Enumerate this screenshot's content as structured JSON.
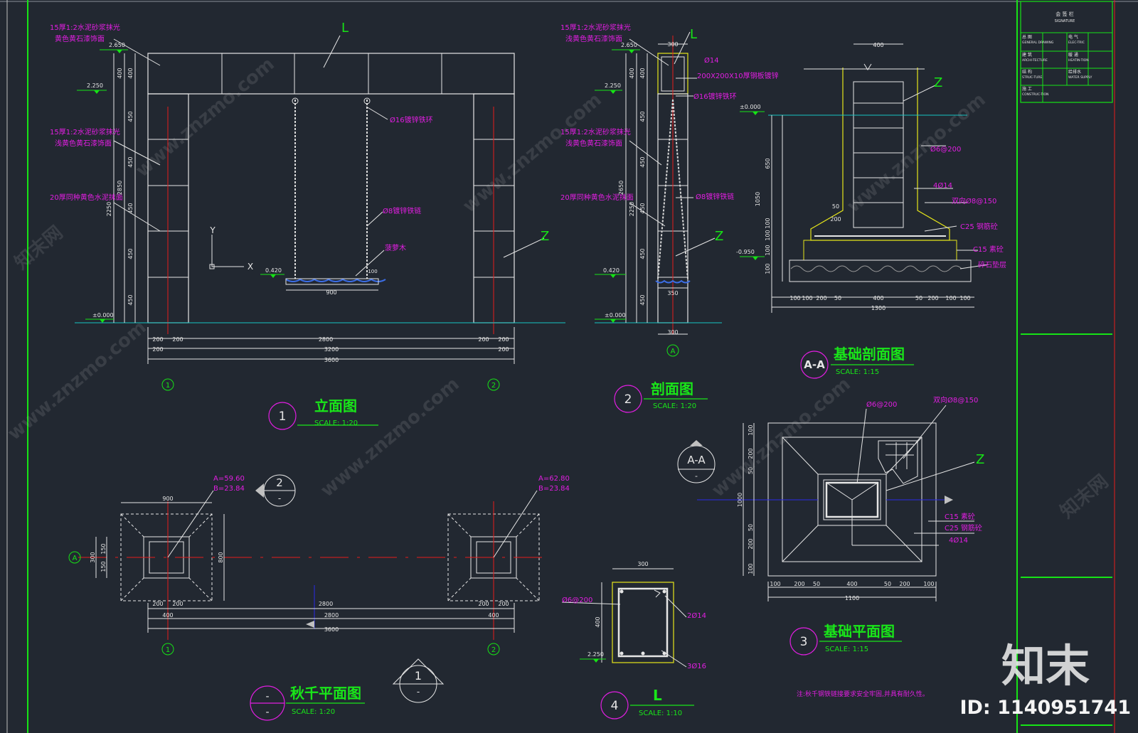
{
  "colors": {
    "bg": "#222831",
    "white": "#e6e6e6",
    "green": "#16e316",
    "magenta": "#e11ee1",
    "red": "#e51b1b",
    "cyan": "#17c4c4",
    "yellow": "#e6e61a",
    "blue": "#2a2ae6",
    "titleGreen": "#19e619"
  },
  "views": {
    "elevation": {
      "num": "1",
      "title": "立面图",
      "scale": "SCALE: 1:20"
    },
    "section": {
      "num": "2",
      "title": "剖面图",
      "scale": "SCALE: 1:20"
    },
    "found_section": {
      "num": "A-A",
      "title": "基础剖面图",
      "scale": "SCALE: 1:15"
    },
    "plan": {
      "num_top": "-",
      "num_bot": "-",
      "title": "秋千平面图",
      "scale": "SCALE: 1:20"
    },
    "found_plan": {
      "num": "3",
      "title": "基础平面图",
      "scale": "SCALE: 1:15"
    },
    "beam": {
      "num": "4",
      "title": "L",
      "scale": "SCALE: 1:10"
    }
  },
  "notes": {
    "finish_top": [
      "15厚1:2水泥砂浆抹光",
      "黄色黄石漆饰面"
    ],
    "finish_mid": [
      "15厚1:2水泥砂浆抹光",
      "浅黄色黄石漆饰面"
    ],
    "finish_low": "20厚同种黄色水泥抹面",
    "ring": "Ø16镀锌铁环",
    "chain": "Ø8镀锌铁链",
    "seat": "菠萝木",
    "s_finish_top": [
      "15厚1:2水泥砂浆抹光",
      "浅黄色黄石漆饰面"
    ],
    "s_d14": "Ø14",
    "s_plate": "200X200X10厚钢板镀锌",
    "s_ring": "Ø16镀锌铁环",
    "s_finish_mid": [
      "15厚1:2水泥砂浆抹光",
      "浅黄色黄石漆饰面"
    ],
    "s_finish_low": "20厚同种黄色水泥抹面",
    "s_chain": "Ø8镀锌铁链",
    "fs_stirrup": "Ø6@200",
    "fs_bar": "4Ø14",
    "fs_dist": "双向Ø8@150",
    "fs_c25": "C25 钢筋砼",
    "fs_c15": "C15 素砼",
    "fs_gravel": "碎石垫层",
    "fp_stirrup": "Ø6@200",
    "fp_dist": "双向Ø8@150",
    "fp_c15": "C15 素砼",
    "fp_c25": "C25 钢筋砼",
    "fp_bar": "4Ø14",
    "beam_stirrup": "Ø6@200",
    "beam_top": "2Ø14",
    "beam_bot": "3Ø16",
    "footnote": "注:秋千钢铁链接要求安全牢固,并具有耐久性。",
    "areaA": "A=59.60",
    "areaB": "B=23.84",
    "areaA2": "A=62.80",
    "areaB2": "B=23.84"
  },
  "labels": {
    "L": "L",
    "Z": "Z",
    "Y": "Y",
    "X": "X",
    "A": "A",
    "axis1": "1",
    "axis2": "2",
    "sec2": "2",
    "sec2b": "-",
    "secAA": "A-A",
    "secAAb": "-",
    "sec1": "1",
    "sec1b": "-"
  },
  "levels": {
    "l2650": "2.650",
    "l2250": "2.250",
    "l0420": "0.420",
    "l0000": "±0.000",
    "l_0950": "-0.950",
    "l0000b": "±0.000",
    "l2250b": "2.250"
  },
  "dims": {
    "elev_bottom1": [
      "200",
      "200",
      "2800",
      "200",
      "200"
    ],
    "elev_bottom2": [
      "200",
      "3200",
      "200"
    ],
    "elev_bottom3": "3600",
    "elev_left": [
      "400",
      "400",
      "450",
      "450",
      "450",
      "450",
      "450",
      "2850",
      "2250"
    ],
    "seat_w": "900",
    "seat_h": "100",
    "sec_top": "300",
    "sec_bot": "300",
    "sec_seat": "350",
    "sec_left": [
      "400",
      "400",
      "450",
      "450",
      "450",
      "450",
      "450",
      "2650",
      "2250"
    ],
    "fs_top": "400",
    "fs_bottom": [
      "100",
      "100",
      "200",
      "50",
      "400",
      "50",
      "200",
      "100",
      "100"
    ],
    "fs_total": "1300",
    "fs_left": [
      "650",
      "1050",
      "100",
      "100",
      "100",
      "100"
    ],
    "fs_small": [
      "50",
      "200"
    ],
    "plan_w": "900",
    "plan_left": [
      "150",
      "150",
      "300",
      "800"
    ],
    "plan_bottom1": [
      "200",
      "200",
      "2800",
      "200",
      "200"
    ],
    "plan_bottom2": [
      "400",
      "2800",
      "400"
    ],
    "plan_total": "3600",
    "fp_left": [
      "100",
      "200",
      "50",
      "1000",
      "50",
      "200",
      "100"
    ],
    "fp_bottom": [
      "100",
      "200",
      "50",
      "400",
      "50",
      "200",
      "100"
    ],
    "fp_total": "1100",
    "beam_w": "300",
    "beam_h": "400"
  },
  "titleblock": {
    "header": "会 签 栏",
    "header_en": "SIGNATURE",
    "rows": [
      [
        "总 图",
        "GENERAL DRAWING",
        "电 气",
        "ELEC-TRIC"
      ],
      [
        "建 筑",
        "ARCHI-TECTURE",
        "暖 通",
        "HEATIN-TION"
      ],
      [
        "结 构",
        "STRUC-TURE",
        "给排水",
        "WATER SUPPLY"
      ],
      [
        "施 工",
        "CONSTRUC-TION",
        "",
        ""
      ]
    ]
  },
  "watermark": {
    "site": "www.znzmo.com",
    "brand_cn": "知末网",
    "logo": "知末",
    "id": "ID: 1140951741"
  }
}
